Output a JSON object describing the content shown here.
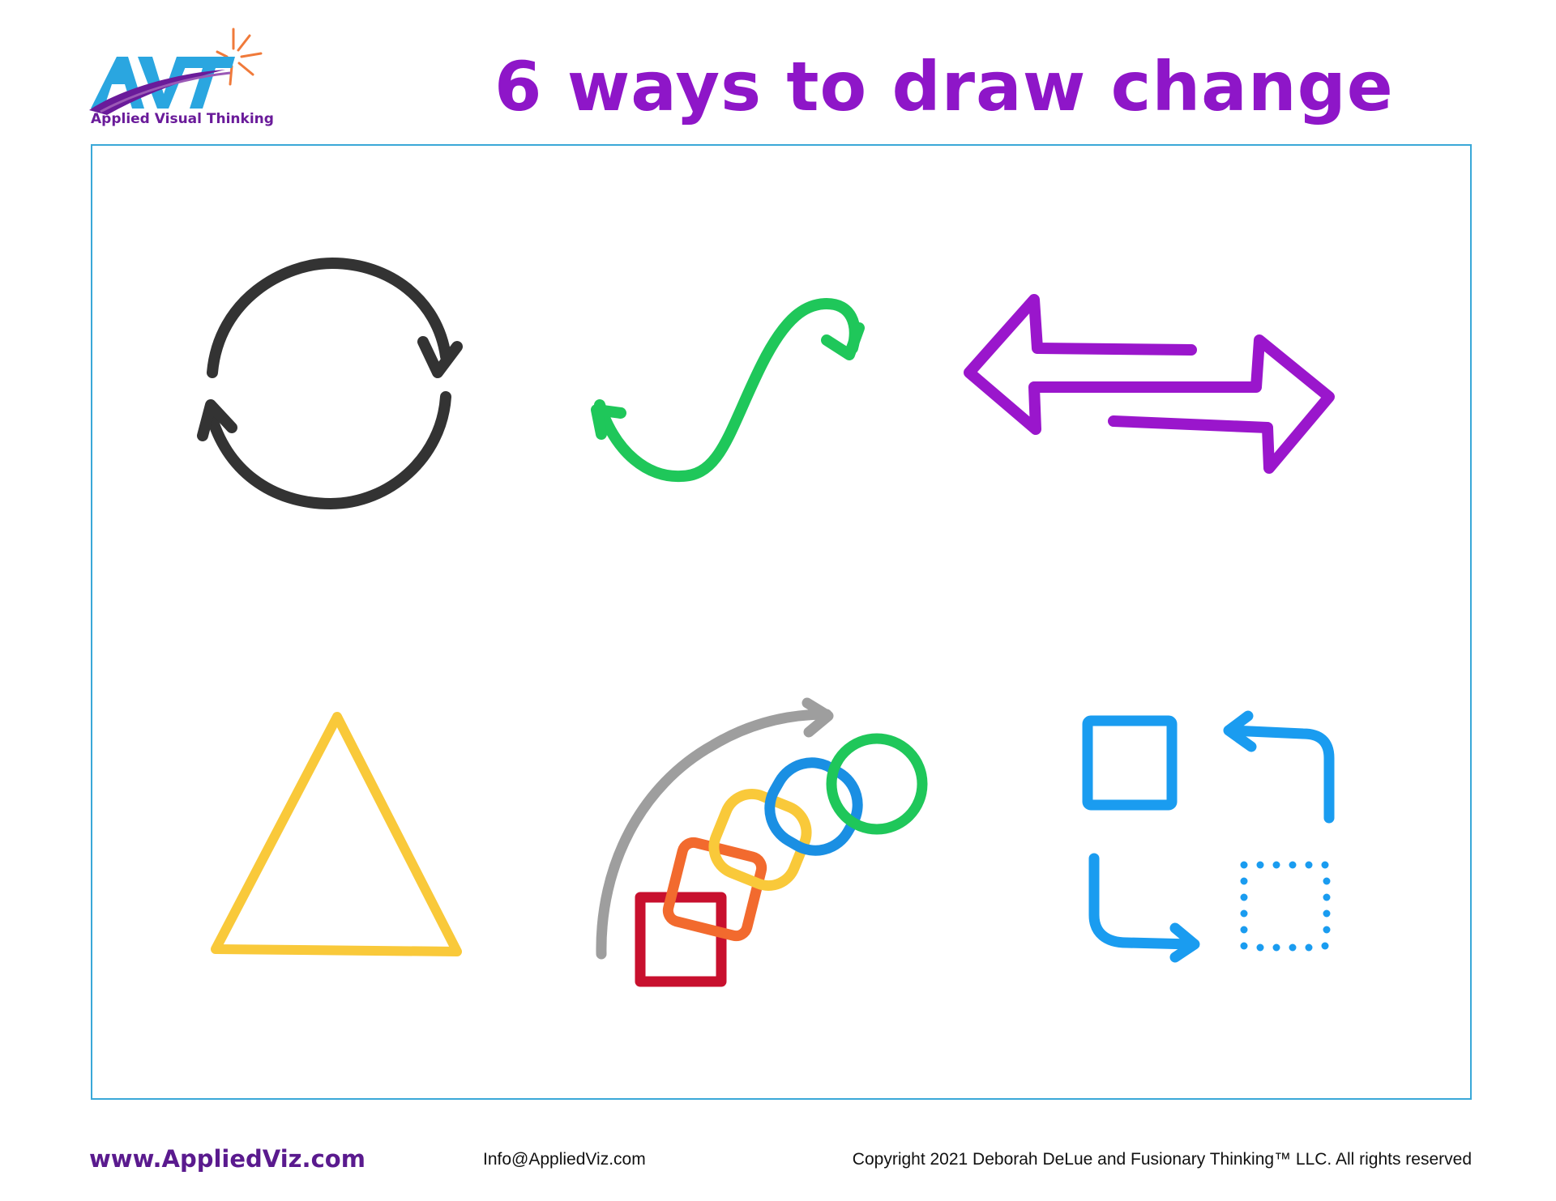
{
  "header": {
    "logo_text": "AVT",
    "logo_caption": "Applied Visual Thinking",
    "title": "6 ways to draw change"
  },
  "icons": [
    {
      "name": "cycle-arrows-icon",
      "color": "#333333"
    },
    {
      "name": "s-curve-arrow-icon",
      "color": "#1fc75a"
    },
    {
      "name": "double-exchange-arrows-icon",
      "color": "#9a16cc"
    },
    {
      "name": "triangle-icon",
      "color": "#f9c93a"
    },
    {
      "name": "morphing-shapes-icon",
      "colors": [
        "#9e9e9e",
        "#c8102e",
        "#f26a2e",
        "#f9c93a",
        "#1a8fe3",
        "#1fc75a"
      ]
    },
    {
      "name": "square-transform-icon",
      "color": "#1a9cf0"
    }
  ],
  "footer": {
    "website": "www.AppliedViz.com",
    "email": "Info@AppliedViz.com",
    "copyright": "Copyright 2021 Deborah DeLue and Fusionary Thinking™ LLC. All rights reserved"
  }
}
